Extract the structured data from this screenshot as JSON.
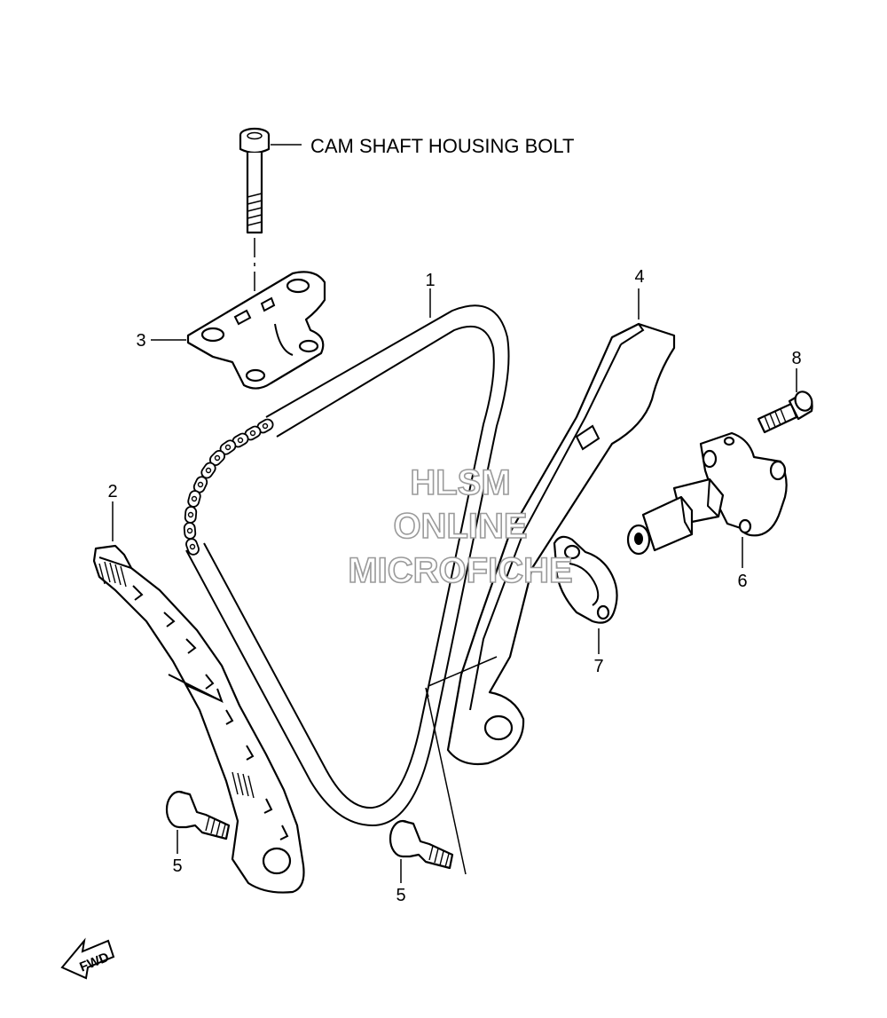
{
  "callouts": {
    "cam_shaft_housing_bolt": "CAM SHAFT HOUSING BOLT"
  },
  "parts": [
    {
      "ref": "1",
      "label": "1"
    },
    {
      "ref": "2",
      "label": "2"
    },
    {
      "ref": "3",
      "label": "3"
    },
    {
      "ref": "4",
      "label": "4"
    },
    {
      "ref": "5a",
      "label": "5"
    },
    {
      "ref": "5b",
      "label": "5"
    },
    {
      "ref": "6",
      "label": "6"
    },
    {
      "ref": "7",
      "label": "7"
    },
    {
      "ref": "8",
      "label": "8"
    }
  ],
  "watermark": {
    "line1": "HLSM",
    "line2": "ONLINE",
    "line3": "MICROFICHE"
  },
  "direction_arrow": {
    "label": "FWD"
  }
}
